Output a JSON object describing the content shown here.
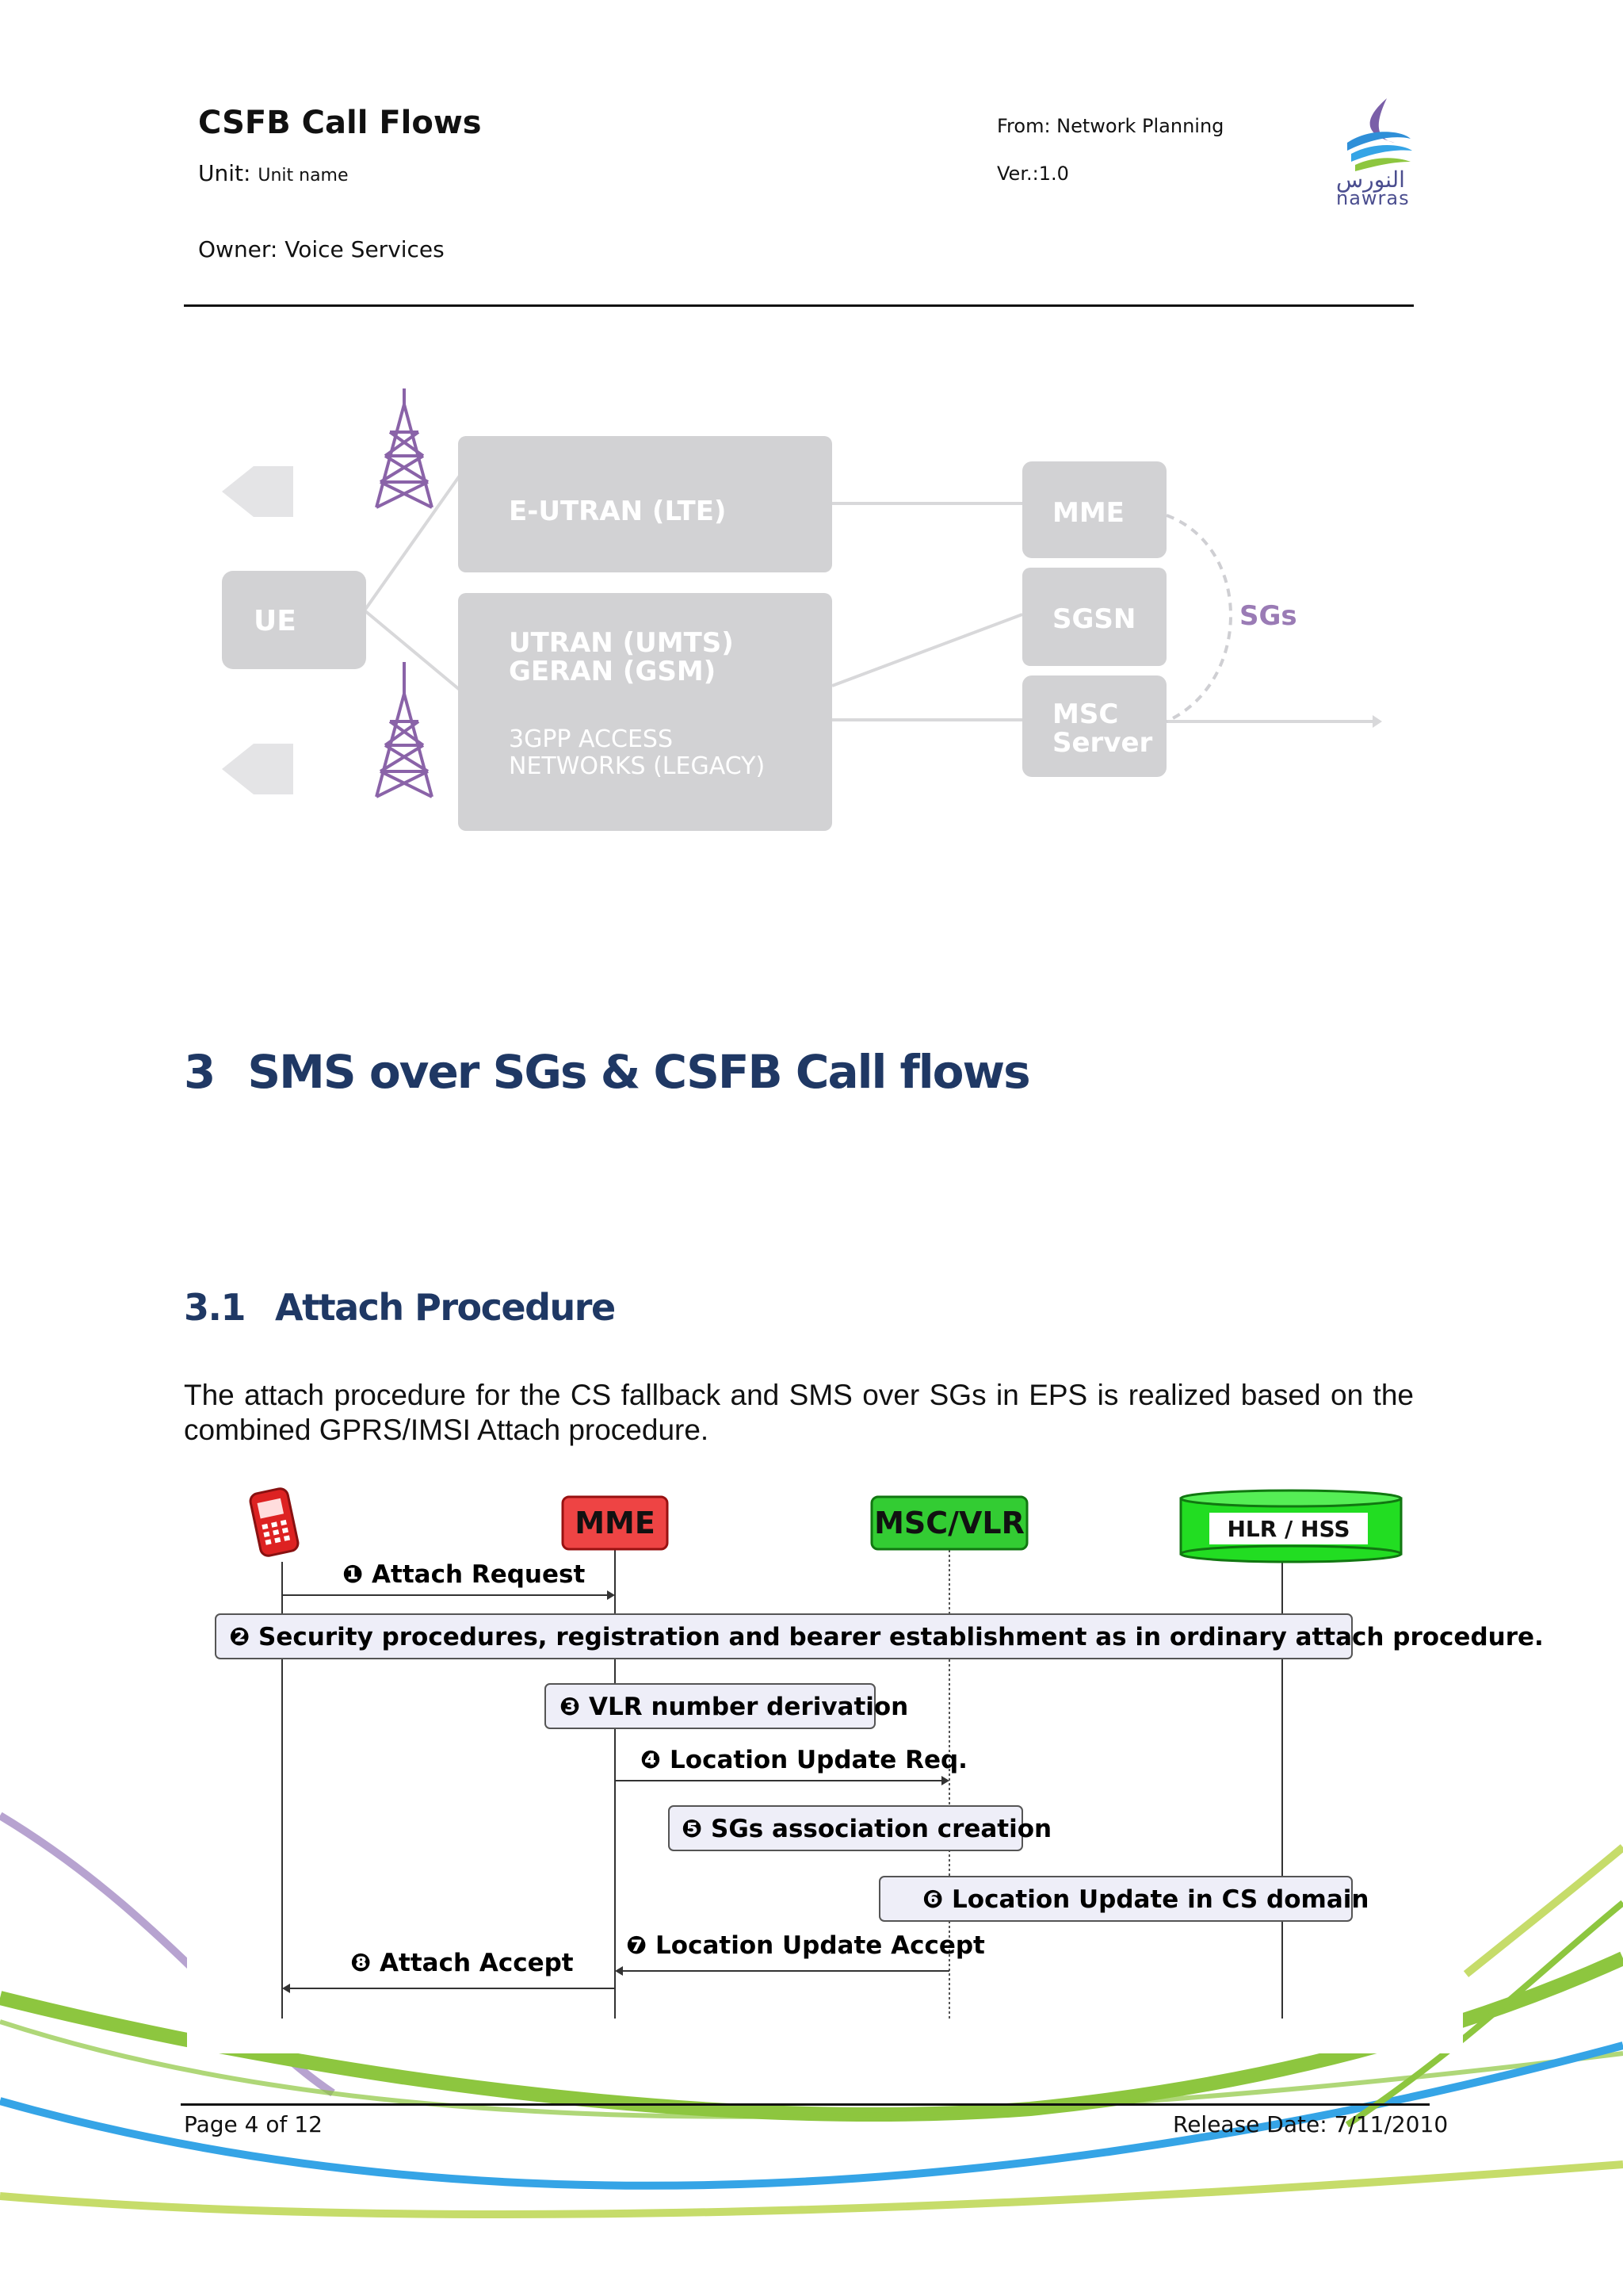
{
  "header": {
    "title": "CSFB  Call  Flows",
    "unit_label": "Unit:",
    "unit_value": "Unit  name",
    "owner": "Owner: Voice Services",
    "from": "From:  Network  Planning",
    "version": "Ver.:1.0",
    "logo_arabic": "النورس",
    "logo_text": "nawras"
  },
  "architecture_diagram": {
    "ue": "UE",
    "eutran": "E-UTRAN (LTE)",
    "utran_line1": "UTRAN (UMTS)",
    "utran_line2": "GERAN (GSM)",
    "access_line1": "3GPP ACCESS",
    "access_line2": "NETWORKS (LEGACY)",
    "mme": "MME",
    "sgsn": "SGSN",
    "msc_line1": "MSC",
    "msc_line2": "Server",
    "sgs": "SGs",
    "colors": {
      "box": "#d2d2d4",
      "box_text": "#ffffff",
      "tower": "#8a63a8",
      "sgs": "#9a7bb5"
    }
  },
  "section": {
    "number": "3",
    "title": "SMS over SGs  & CSFB Call flows"
  },
  "subsection": {
    "number": "3.1",
    "title": "Attach Procedure"
  },
  "paragraph": "The attach procedure for the CS fallback and SMS over SGs in EPS is realized based on the combined GPRS/IMSI  Attach procedure.",
  "sequence_diagram": {
    "nodes": {
      "mme": "MME",
      "msc": "MSC/VLR",
      "hlr": "HLR  /  HSS"
    },
    "steps": [
      "❶ Attach Request",
      "❷ Security procedures, registration and bearer establishment as in ordinary attach procedure.",
      "❸ VLR number derivation",
      "❹ Location Update Req.",
      "❺ SGs association creation",
      "❻ Location Update in CS domain",
      "❼ Location Update Accept",
      "❽ Attach Accept"
    ],
    "colors": {
      "mme": "#ee4444",
      "msc": "#33cc33",
      "hlr": "#22dd22",
      "phone": "#dd2222"
    }
  },
  "footer": {
    "page": "Page 4 of 12",
    "release": "Release  Date: 7/11/2010"
  }
}
